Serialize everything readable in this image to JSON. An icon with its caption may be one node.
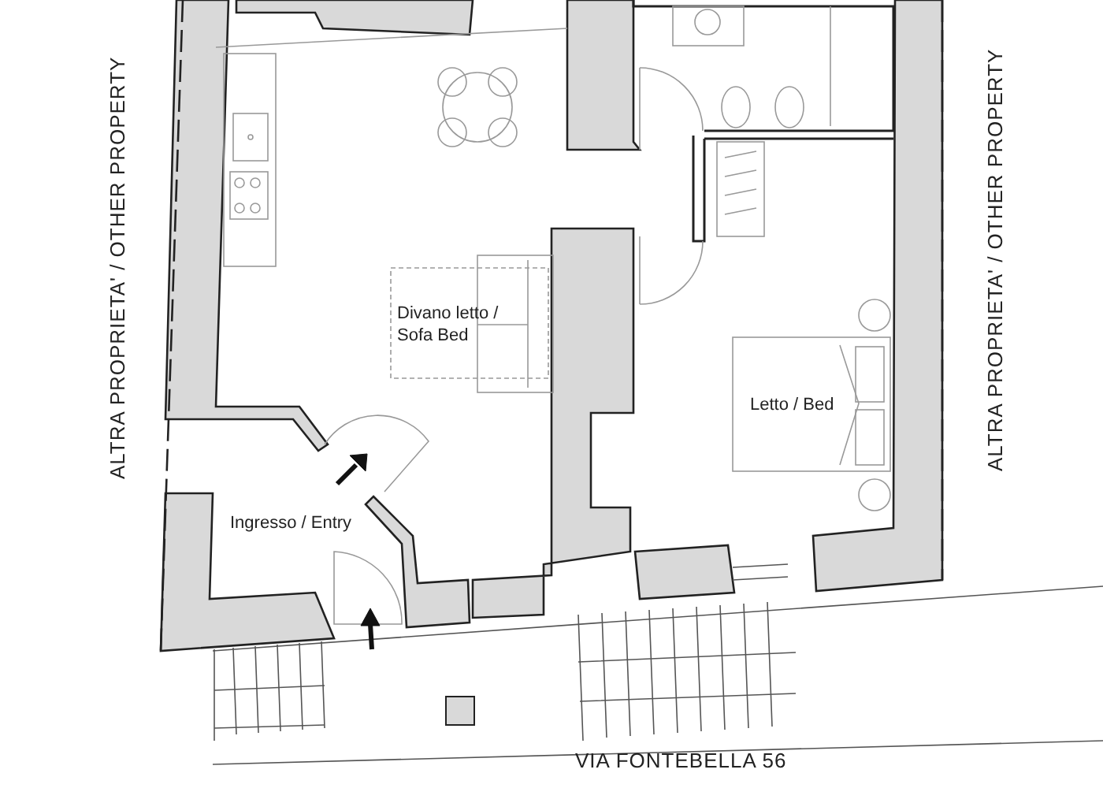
{
  "diagram": {
    "labels": [
      "ALTRA PROPRIETA' / OTHER PROPERTY",
      "Divano letto / Sofa Bed",
      "Letto / Bed",
      "Ingresso / Entry",
      "ALTRA PROPRIETA' / OTHER PROPERTY",
      "VIA FONTEBELLA 56"
    ]
  }
}
